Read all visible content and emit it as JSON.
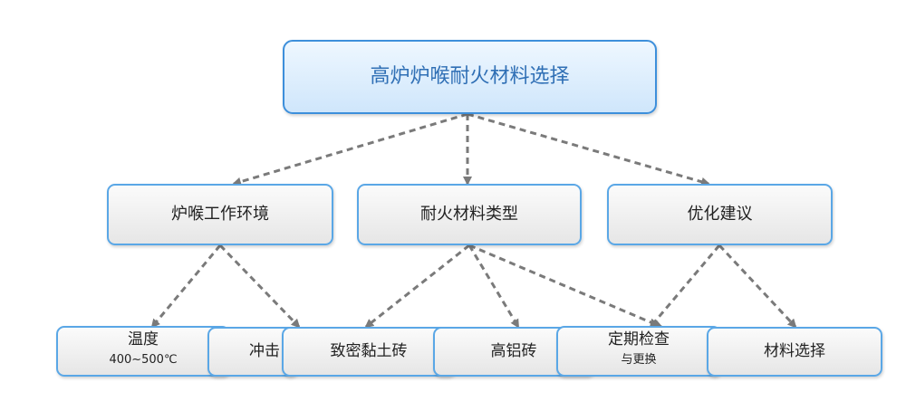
{
  "root": {
    "label": "高炉炉喉耐火材料选择"
  },
  "branches": {
    "env": {
      "label": "炉喉工作环境"
    },
    "type": {
      "label": "耐火材料类型"
    },
    "adv": {
      "label": "优化建议"
    }
  },
  "leaves": {
    "temp": {
      "label": "温度",
      "sublabel": "400~500℃"
    },
    "impact": {
      "label": "冲击"
    },
    "clay": {
      "label": "致密黏土砖"
    },
    "alumina": {
      "label": "高铝砖"
    },
    "inspect": {
      "label": "定期检查",
      "sublabel": "与更换"
    },
    "select": {
      "label": "材料选择"
    }
  },
  "edges": [
    {
      "from": "root",
      "to": "env"
    },
    {
      "from": "root",
      "to": "type"
    },
    {
      "from": "root",
      "to": "adv"
    },
    {
      "from": "env",
      "to": "temp"
    },
    {
      "from": "env",
      "to": "impact"
    },
    {
      "from": "type",
      "to": "clay"
    },
    {
      "from": "type",
      "to": "alumina"
    },
    {
      "from": "type",
      "to": "inspect"
    },
    {
      "from": "adv",
      "to": "inspect"
    },
    {
      "from": "adv",
      "to": "select"
    }
  ],
  "colors": {
    "edge": "#7a7a7a",
    "node_border": "#5aa7e6",
    "root_text": "#2f6fb5"
  }
}
